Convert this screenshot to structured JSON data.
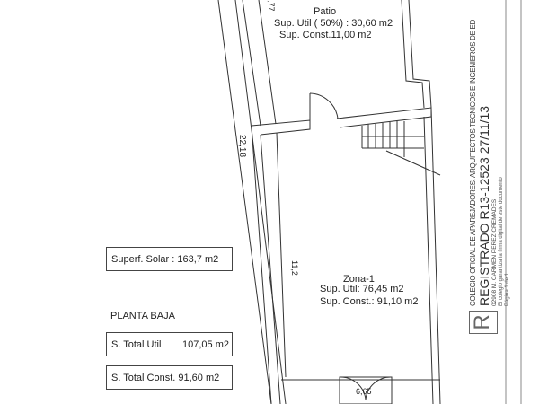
{
  "patio": {
    "title": "Patio",
    "sup_util": "Sup. Util ( 50%) : 30,60 m2",
    "sup_const": "Sup. Const.11,00 m2"
  },
  "zona": {
    "title": "Zona-1",
    "sup_util": "Sup. Util: 76,45 m2",
    "sup_const": "Sup. Const.: 91,10 m2"
  },
  "dimensions": {
    "top": ",77",
    "left": "22,18",
    "inner": "11,2",
    "bottom": "6,65"
  },
  "solar": "Superf. Solar : 163,7 m2",
  "planta": "PLANTA BAJA",
  "total_util": {
    "label": "S. Total Util",
    "value": "107,05 m2"
  },
  "total_const": "S. Total Const. 91,60 m2",
  "stamp": {
    "line1": "COLEGIO OFICIAL DE APAREJADORES, ARQUITECTOS TECNICOS E INGENIEROS DE ED",
    "line2": "REGISTRADO R13-12523  27/11/13",
    "line3": "02908 M. CARMEN PEREZ CREMADES",
    "line4": "El colegio garantiza la firma digital de este documento",
    "line5": "Página 1 de 1",
    "logo": "R"
  }
}
